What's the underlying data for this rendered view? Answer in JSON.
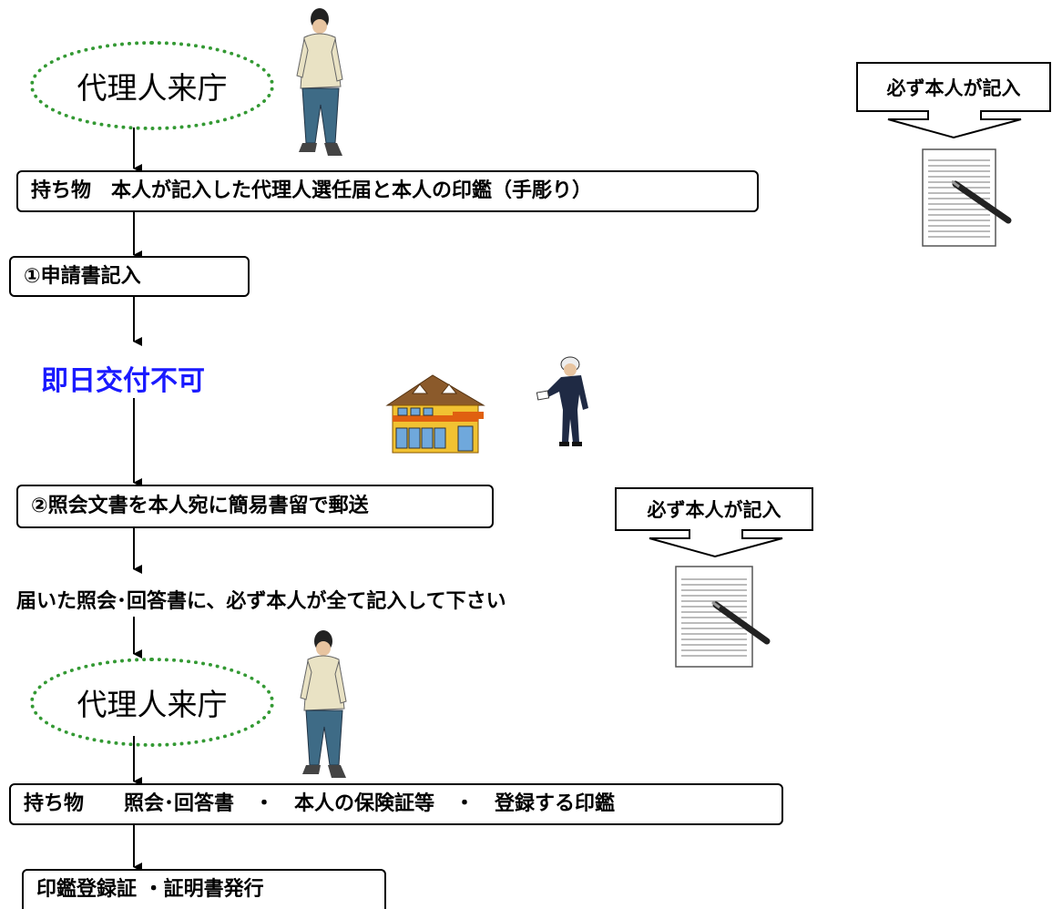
{
  "flow": {
    "visit1": "代理人来庁",
    "items1": "持ち物　本人が記入した代理人選任届と本人の印鑑（手彫り）",
    "step1": "①申請書記入",
    "notice": "即日交付不可",
    "step2": "②照会文書を本人宛に簡易書留で郵送",
    "note": "届いた照会･回答書に、必ず本人が全て記入して下さい",
    "visit2": "代理人来庁",
    "items2": "持ち物　　照会･回答書　・　本人の保険証等　・　登録する印鑑",
    "final": "印鑑登録証 ・証明書発行"
  },
  "callouts": {
    "top": "必ず本人が記入",
    "middle": "必ず本人が記入"
  },
  "colors": {
    "oval_border": "#339933",
    "notice_text": "#1a1aff"
  },
  "icons": [
    "person-icon",
    "house-icon",
    "postman-icon",
    "document-pen-icon"
  ]
}
